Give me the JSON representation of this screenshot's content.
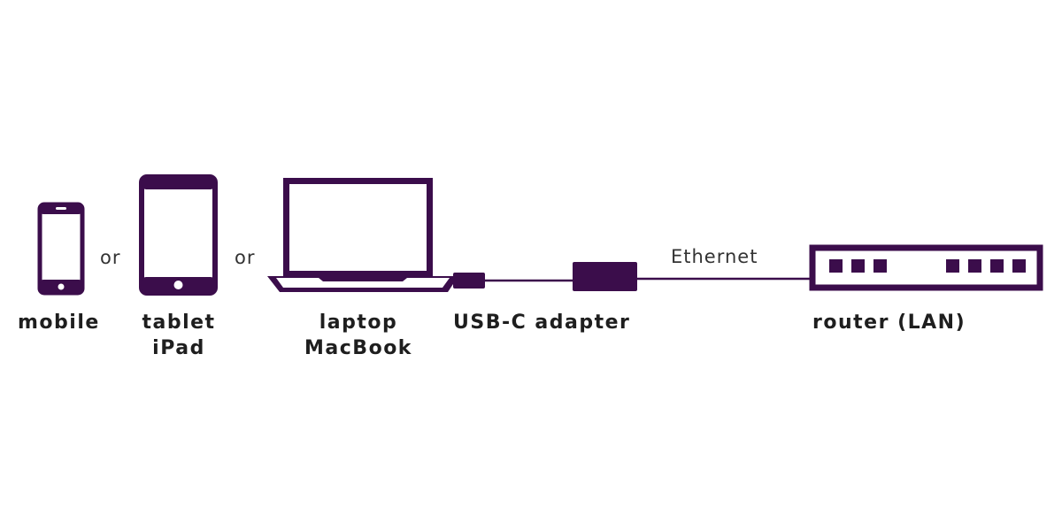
{
  "colors": {
    "device": "#3b0d4b",
    "text": "#1e1e1e",
    "connector_text": "#333333",
    "background": "#ffffff"
  },
  "devices": {
    "mobile": {
      "icon": "smartphone-icon",
      "label": "mobile"
    },
    "tablet": {
      "icon": "tablet-icon",
      "label_line1": "tablet",
      "label_line2": "iPad"
    },
    "laptop": {
      "icon": "laptop-icon",
      "label_line1": "laptop",
      "label_line2": "MacBook"
    },
    "adapter": {
      "icon": "usb-c-adapter-icon",
      "label": "USB-C adapter"
    },
    "router": {
      "icon": "router-icon",
      "label": "router (LAN)"
    }
  },
  "connectors": {
    "or_1": "or",
    "or_2": "or",
    "cable": "Ethernet"
  }
}
